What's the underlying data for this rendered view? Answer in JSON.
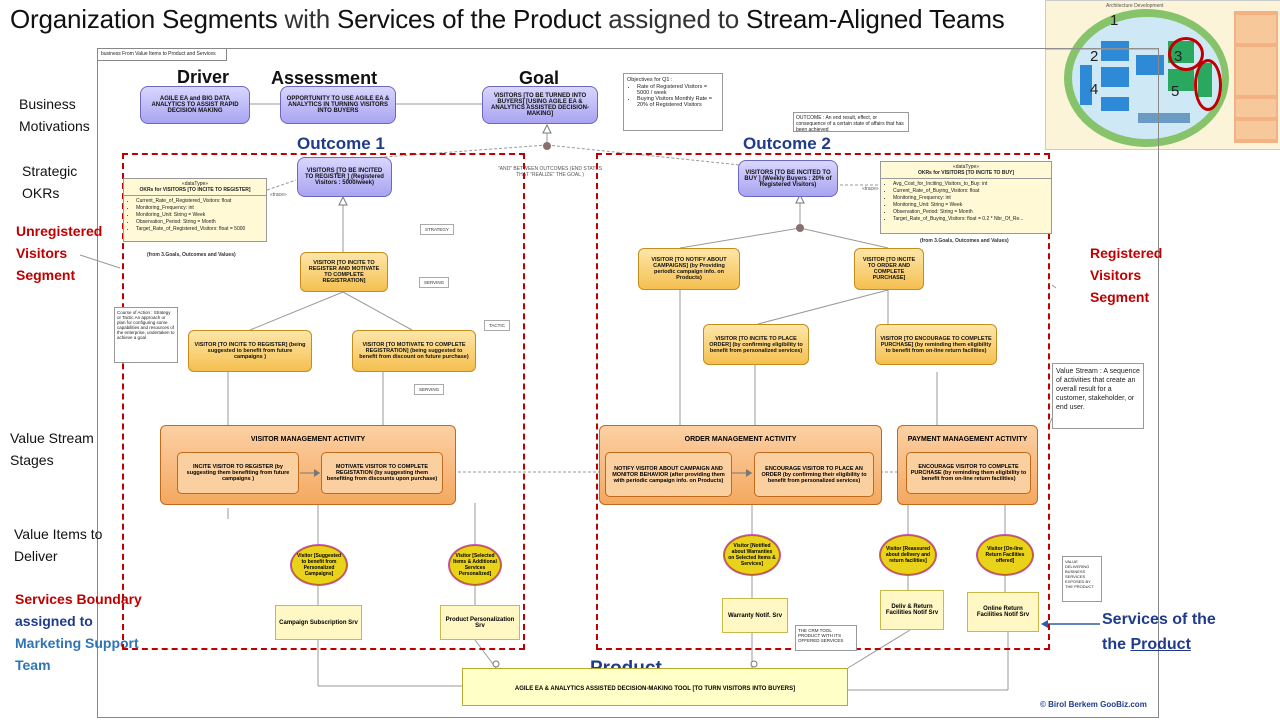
{
  "title": {
    "p1": "Organization Segments",
    "p2": " with ",
    "p3": "Services of the Product",
    "p4": " assigned to ",
    "p5": "Stream-Aligned Teams"
  },
  "frame_label": "business From Value Items to Product and Services",
  "row_labels": {
    "business_motivations": "Business Motivations",
    "strategic_okrs": "Strategic OKRs",
    "value_stream_stages": "Value Stream Stages",
    "value_items": "Value Items to Deliver"
  },
  "segments": {
    "unregistered": "Unregistered Visitors Segment",
    "registered": "Registered Visitors Segment",
    "services_boundary_1": "Services Boundary",
    "services_boundary_2": "assigned to",
    "services_boundary_3": "Marketing Support Team",
    "services_of_product_1": "Services of the",
    "services_of_product_2": "the",
    "services_of_product_3": "Product"
  },
  "columns": {
    "driver": "Driver",
    "assessment": "Assessment",
    "goal": "Goal"
  },
  "motivation": {
    "driver": "AGILE EA and BIG DATA ANALYTICS TO ASSIST RAPID DECISION MAKING",
    "assessment": "OPPORTUNITY TO USE AGILE EA & ANALYTICS IN TURNING VISITORS INTO BUYERS",
    "goal": "VISITORS [TO BE TURNED INTO BUYERS] [USING AGILE EA & ANALYTICS ASSISTED DECISION-MAKING]"
  },
  "objectives_note": {
    "title": "Objectives for Q1 :",
    "items": [
      "Rate of Registered Visitors = 5000 / week",
      "Buying Visitors Monthly Rate = 20% of Registered Visitors"
    ]
  },
  "outcome_note": "OUTCOME : An end result, effect, or consequence of a certain state of affairs that has been achieved",
  "and_note": "\"AND\" BETWEEN OUTCOMES (END STATES THAT \"REALIZE\" THE GOAL )",
  "outcomes": {
    "o1_label": "Outcome 1",
    "o2_label": "Outcome 2",
    "o1": "VISITORS [TO BE INCITED TO REGISTER ] (Registered Visitors : 5000/week)",
    "o2": "VISITORS [TO BE INCITED TO BUY ] (Weekly Buyers : 20% of Registered Visitors)"
  },
  "okr1": {
    "stereo": "«dataType»",
    "name": "OKRs for VISITORS [TO INCITE TO REGISTER]",
    "attrs": [
      "Current_Rate_of_Registered_Visitors: float",
      "Monitoring_Frequency: int",
      "Monitoring_Unit: String = Week",
      "Observation_Period: String = Month",
      "Target_Rate_of_Registered_Visitors: float = 5000"
    ],
    "source": "(from 3.Goals, Outcomes and Values)"
  },
  "okr2": {
    "stereo": "«dataType»",
    "name": "OKRs for VISITORS [TO INCITE TO BUY]",
    "attrs": [
      "Avg_Cost_for_Inciting_Visitors_to_Buy: int",
      "Current_Rate_of_Buying_Visitors: float",
      "Monitoring_Frequency: int",
      "Monitoring_Unit: String = Week",
      "Observation_Period: String = Month",
      "Target_Rate_of_Buying_Visitors: float = 0.2 * Nbr_Of_Re..."
    ],
    "source": "(from 3.Goals, Outcomes and Values)"
  },
  "trace": "«trace»",
  "tags": {
    "strategy": "STRATEGY",
    "serving": "SERVING",
    "tactic": "TACTIC",
    "serving2": "SERVING"
  },
  "course_note": "Course of Action : Strategy or Tactic An approach or plan for configuring some capabilities and resources of the enterprise, undertaken to achieve a goal",
  "strategies": {
    "s1": "VISITOR [TO INCITE TO REGISTER AND MOTIVATE TO COMPLETE REGISTRATION]",
    "s1a": "VISITOR [TO INCITE TO REGISTER] (being suggested to benefit from future campaigns )",
    "s1b": "VISITOR [TO MOTIVATE TO COMPLETE REGISTRATION] (being suggested to benefit from discount on future purchase)",
    "s2a": "VISITOR [TO NOTIFY ABOUT CAMPAIGNS] (by Providing periodic campaign info. on Products)",
    "s2b": "VISITOR [TO INCITE TO ORDER AND COMPLETE PURCHASE]",
    "s2c": "VISITOR [TO INCITE TO PLACE ORDER] (by confirming eligibility to benefit from personalized services)",
    "s2d": "VISITOR [TO ENCOURAGE TO COMPLETE PURCHASE] (by reminding them eligibility to benefit from on-line return facilities)"
  },
  "value_stream_note": "Value Stream : A sequence of activities that create an overall result for a customer, stakeholder, or end user.",
  "activities": {
    "vm": "VISITOR MANAGEMENT ACTIVITY",
    "vm1": "INCITE VISITOR TO REGISTER (by suggesting them benefiting from future campaigns )",
    "vm2": "MOTIVATE VISITOR TO COMPLETE REGISTATION (by suggesting them benefiting from discounts upon purchase)",
    "om": "ORDER MANAGEMENT ACTIVITY",
    "om1": "NOTIFY VISITOR ABOUT CAMPAIGN AND MONITOR BEHAVIOR (after providing them with periodic campaign info. on Products)",
    "om2": "ENCOURAGE VISITOR TO PLACE AN ORDER (by confirming their eligibility to benefit from personalized services)",
    "pm": "PAYMENT MANAGEMENT ACTIVITY",
    "pm1": "ENCOURAGE VISITOR TO COMPLETE PURCHASE (by reminding them eligibility to benefit from on-line return facilities)"
  },
  "value_items": {
    "v1": "Visitor [Suggested to benefit from Personalized Campaigns]",
    "v2": "Visitor [Selected Items & Additional Services Personalized]",
    "v3": "Visitor [Notified about Warranties on Selected Items & Services]",
    "v4": "Visitor [Reassured about delivery and return facilities]",
    "v5": "Visitor [On-line Return Facilities offered]"
  },
  "services": {
    "s1": "Campaign Subscription Srv",
    "s2": "Product Personalization Srv",
    "s3": "Warranty Notif. Srv",
    "s4": "Deliv & Return Facilities Notif Srv",
    "s5": "Online Return Facilities Notif Srv"
  },
  "value_delivering_note": "VALUE DELIVERING BUSINESS SERVICES EXPOSED BY THE PRODUCT",
  "crm_note": "THE CRM TOOL PRODUCT WITH ITS OFFERED SERVICES",
  "product": {
    "label": "Product",
    "name": "AGILE EA & ANALYTICS ASSISTED DECISION-MAKING TOOL [TO TURN VISITORS INTO BUYERS]"
  },
  "copyright": "© Birol Berkem GooBiz.com",
  "thumbnail": {
    "title": "Architecture Development",
    "numbers": [
      "1",
      "2",
      "3",
      "4",
      "5"
    ]
  }
}
